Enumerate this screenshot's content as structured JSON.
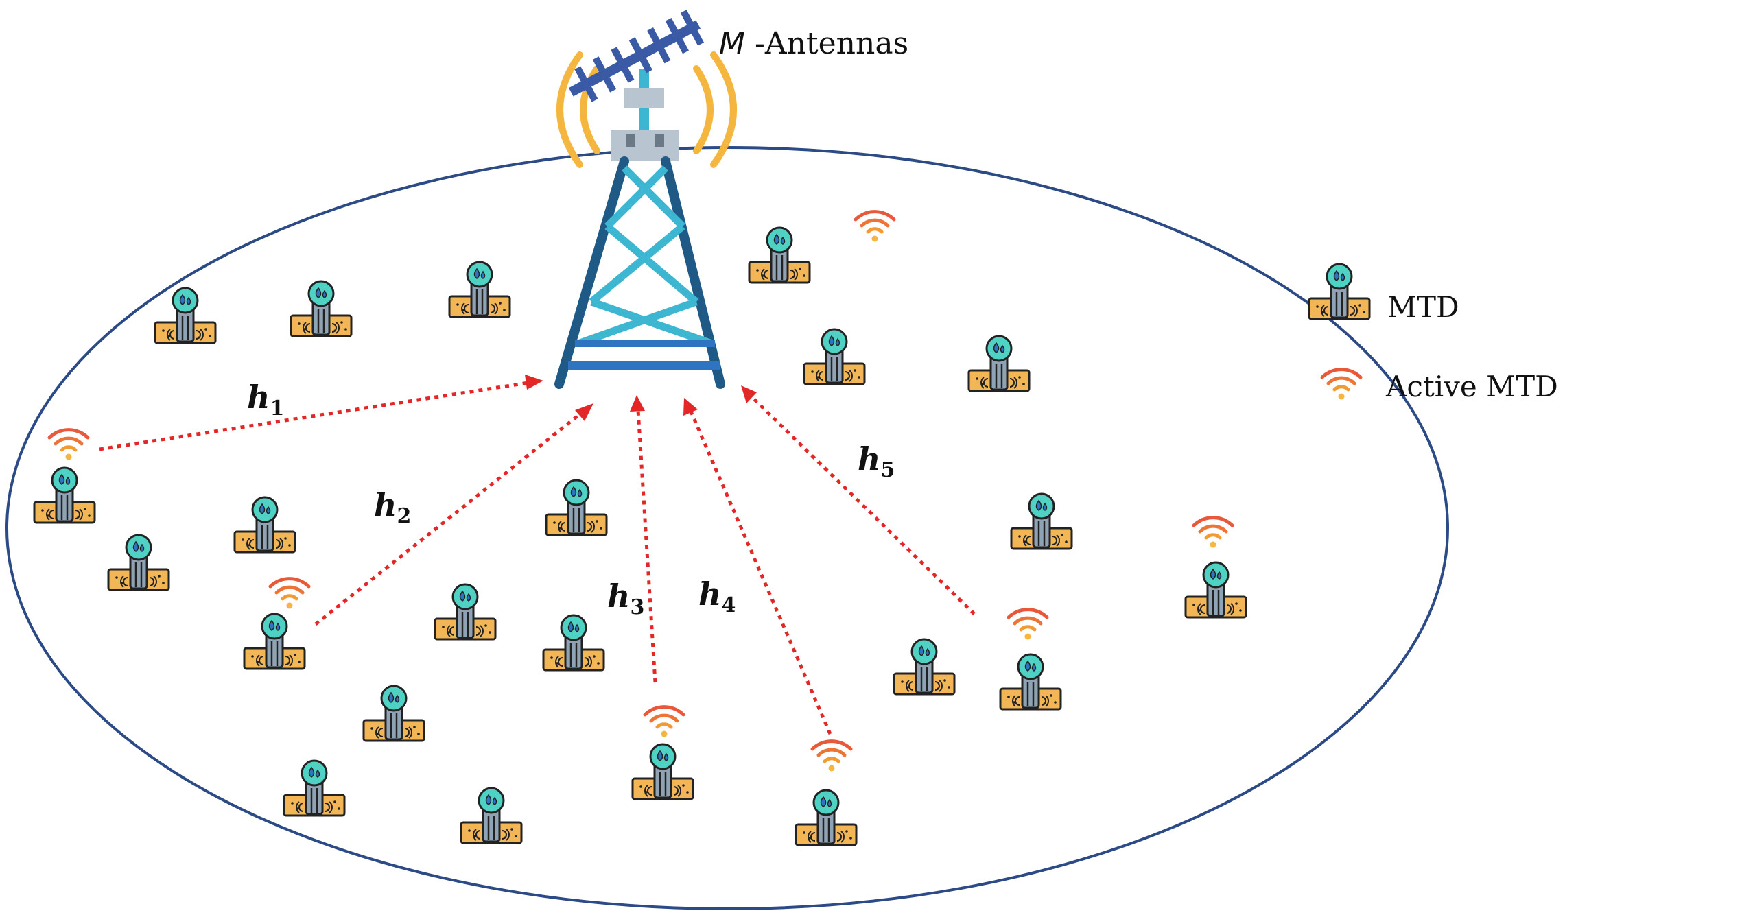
{
  "title": {
    "symbol": "M",
    "text": " -Antennas"
  },
  "legend": {
    "mtd": "MTD",
    "active_mtd": "Active MTD"
  },
  "channels": [
    {
      "letter": "h",
      "sub": "1"
    },
    {
      "letter": "h",
      "sub": "2"
    },
    {
      "letter": "h",
      "sub": "3"
    },
    {
      "letter": "h",
      "sub": "4"
    },
    {
      "letter": "h",
      "sub": "5"
    }
  ],
  "colors": {
    "ellipse": "#2b4a86",
    "tower_dark": "#1f5a86",
    "tower_light": "#3db7d1",
    "tower_blue": "#2f74c0",
    "antenna": "#3b5aa6",
    "signal": "#f4b63f",
    "arrow": "#e32727",
    "ground": "#f3b657",
    "sensor_head": "#4fd1c4",
    "wifi_outer": "#e8583a",
    "wifi_inner": "#f29a34"
  },
  "icons": {
    "mtd": "soil-sensor-icon",
    "active": "wifi-signal-icon",
    "tower": "cell-tower-icon"
  }
}
